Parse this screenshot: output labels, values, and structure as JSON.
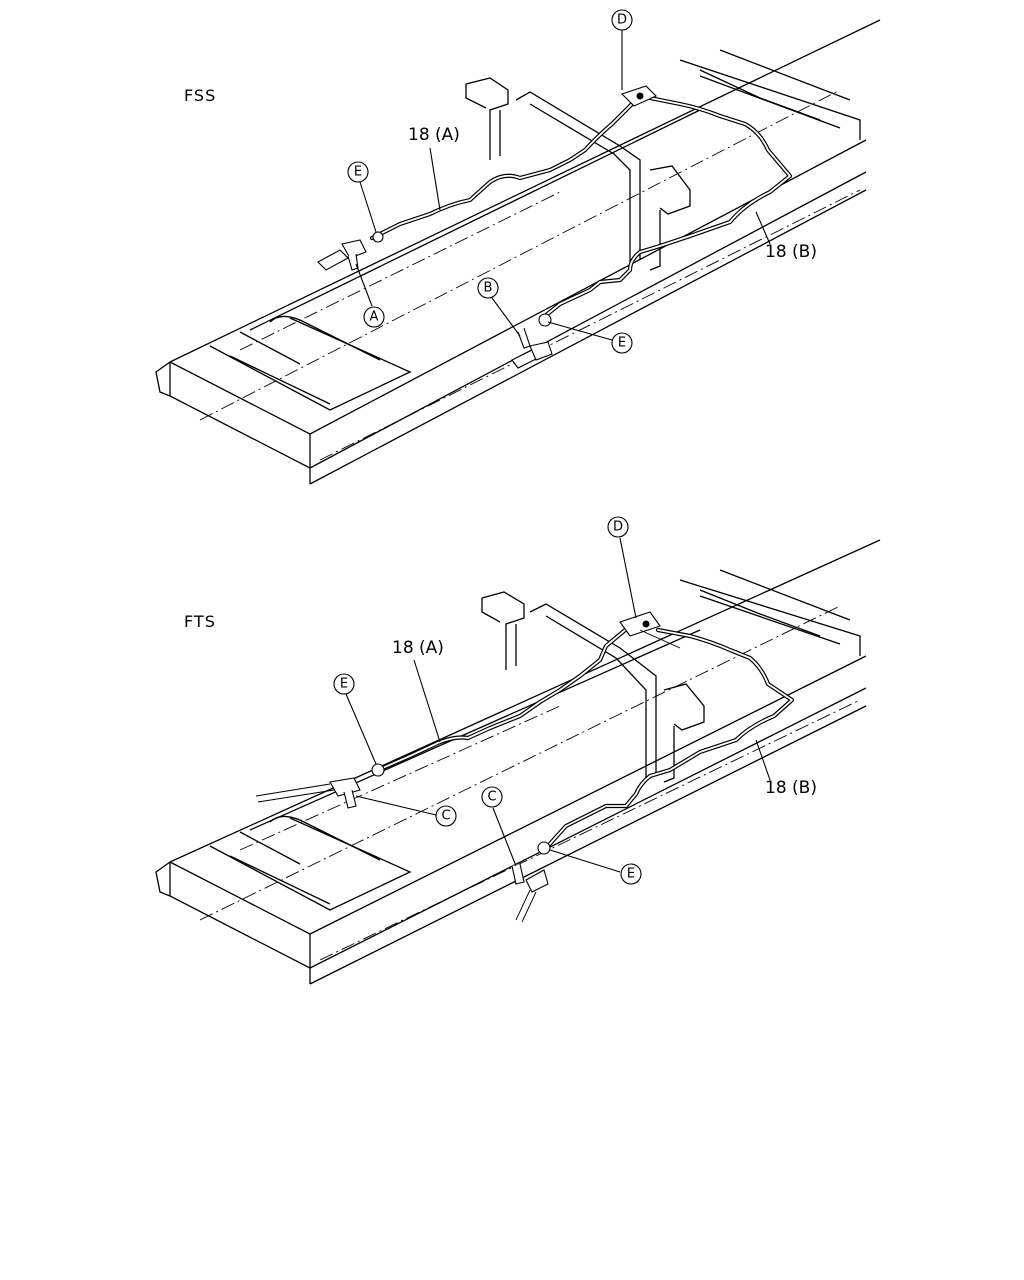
{
  "diagrams": [
    {
      "title": "FSS",
      "pipe_labels": [
        "18 (A)",
        "18 (B)"
      ],
      "callouts": [
        "D",
        "E",
        "A",
        "B",
        "E"
      ]
    },
    {
      "title": "FTS",
      "pipe_labels": [
        "18 (A)",
        "18 (B)"
      ],
      "callouts": [
        "D",
        "E",
        "C",
        "C",
        "E"
      ]
    }
  ]
}
